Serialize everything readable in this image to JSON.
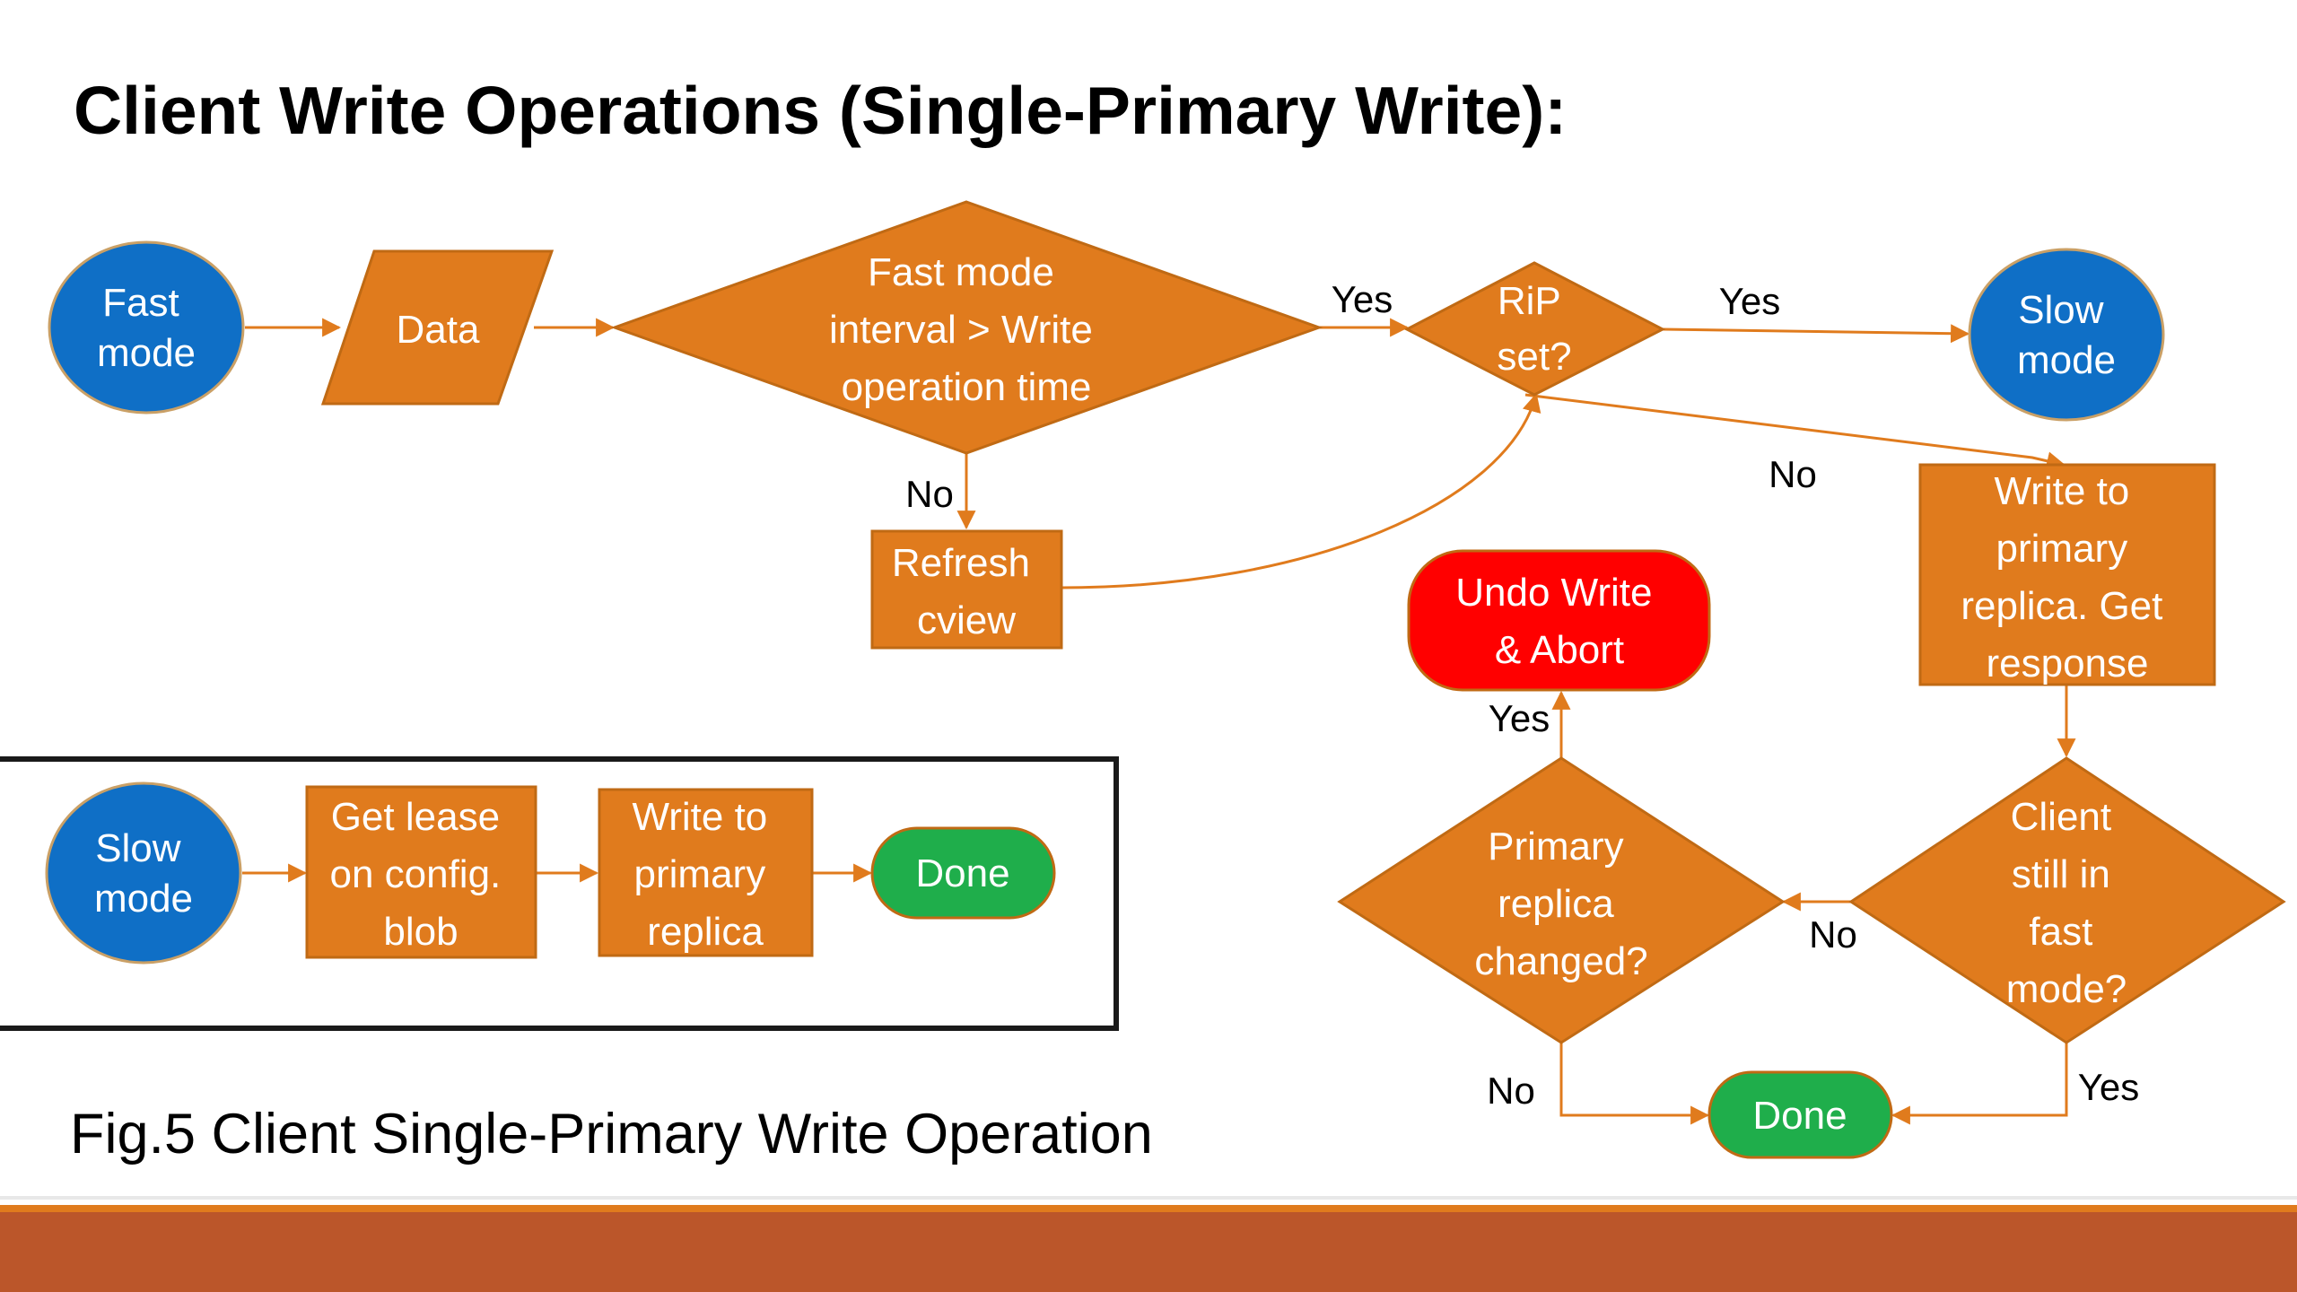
{
  "slide": {
    "title": "Client Write Operations (Single-Primary Write):",
    "caption": "Fig.5 Client Single-Primary Write Operation"
  },
  "colors": {
    "orange": "#e07b1d",
    "orange_stroke": "#c06a14",
    "blue": "#0f6fc6",
    "blue_stroke": "#caa066",
    "red": "#ff0000",
    "green": "#1fae4b",
    "footer": "#bb562a",
    "edge": "#e07b1d"
  },
  "nodes": {
    "fast_mode_start": [
      "Fast",
      "mode"
    ],
    "data": [
      "Data"
    ],
    "interval_decision": [
      "Fast mode",
      "interval > Write",
      "operation time"
    ],
    "refresh_cview": [
      "Refresh",
      "cview"
    ],
    "rip_decision": [
      "RiP",
      "set?"
    ],
    "slow_mode_end": [
      "Slow",
      "mode"
    ],
    "write_primary_response": [
      "Write to",
      "primary",
      "replica. Get",
      "response"
    ],
    "undo_abort": [
      "Undo Write",
      "& Abort"
    ],
    "primary_changed_decision": [
      "Primary",
      "replica",
      "changed?"
    ],
    "still_fast_decision": [
      "Client",
      "still in",
      "fast",
      "mode?"
    ],
    "done_right": [
      "Done"
    ],
    "slow_mode_start": [
      "Slow",
      "mode"
    ],
    "get_lease": [
      "Get lease",
      "on config.",
      "blob"
    ],
    "write_primary_slow": [
      "Write to",
      "primary",
      "replica"
    ],
    "done_left": [
      "Done"
    ]
  },
  "edge_labels": {
    "interval_yes": "Yes",
    "interval_no": "No",
    "rip_yes": "Yes",
    "rip_no": "No",
    "changed_yes": "Yes",
    "changed_no": "No",
    "fast_no": "No",
    "fast_yes": "Yes"
  }
}
